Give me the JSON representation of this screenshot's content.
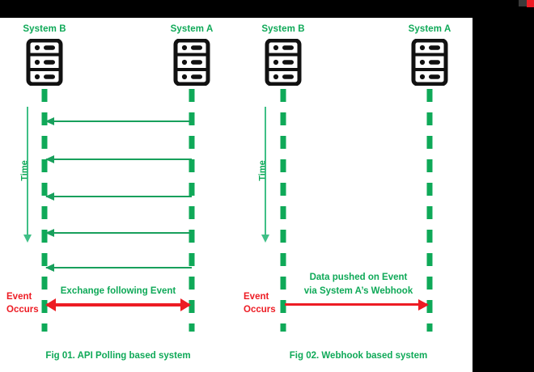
{
  "colors": {
    "green": "#0FA958",
    "green_arrow": "#18A05C",
    "green_axis": "#3FBF86",
    "red": "#ED1C24",
    "black": "#000000",
    "canvas": "#ffffff"
  },
  "figures": [
    {
      "id": "fig-01",
      "caption": "Fig 01. API Polling based system",
      "left_actor": "System B",
      "right_actor": "System A",
      "time_label": "Time",
      "event_label_line1": "Event",
      "event_label_line2": "Occurs",
      "exchange_caption": "Exchange following Event",
      "poll_arrow_count": 5
    },
    {
      "id": "fig-02",
      "caption": "Fig 02. Webhook based system",
      "left_actor": "System B",
      "right_actor": "System A",
      "time_label": "Time",
      "event_label_line1": "Event",
      "event_label_line2": "Occurs",
      "push_caption_line1": "Data pushed on Event",
      "push_caption_line2": "via System A’s Webhook",
      "poll_arrow_count": 0
    }
  ],
  "icons": {
    "server": "server-rack-icon",
    "time_arrow": "down-arrow-icon",
    "poll_arrow": "left-arrow-icon",
    "exchange_arrow": "bidirectional-arrow-icon",
    "push_arrow": "right-arrow-icon"
  }
}
